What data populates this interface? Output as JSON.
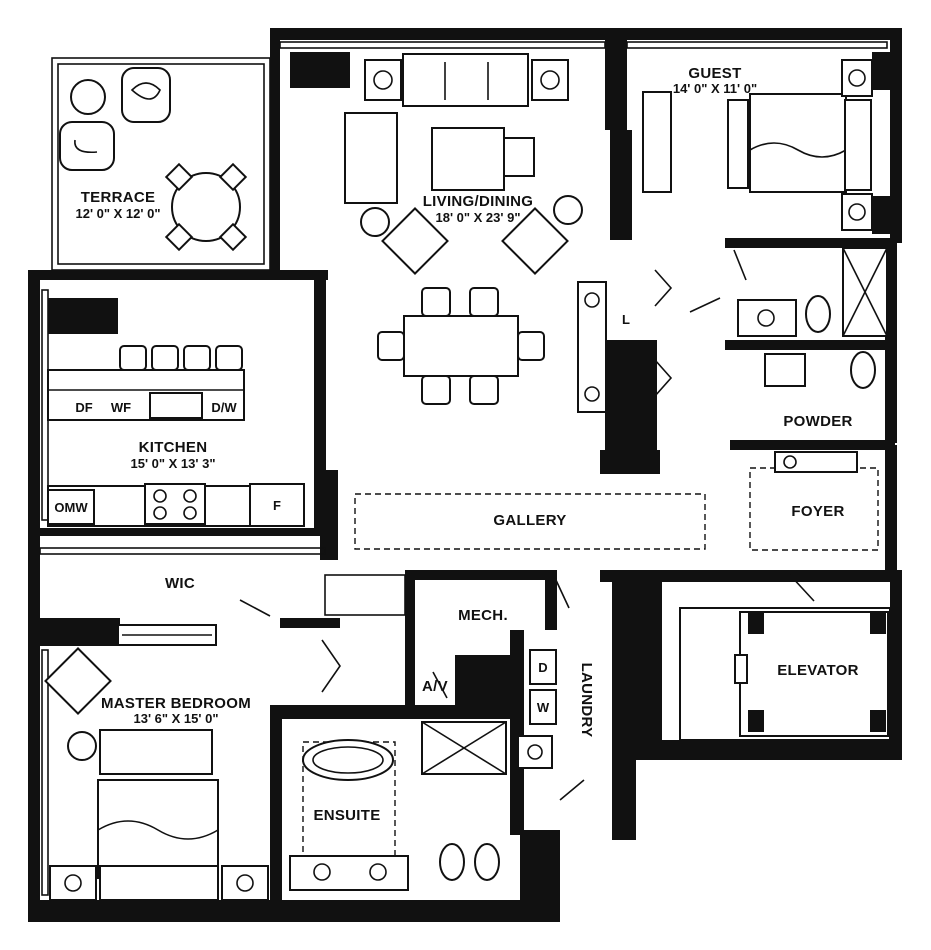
{
  "rooms": {
    "terrace": {
      "name": "TERRACE",
      "dims": "12' 0\" X 12' 0\""
    },
    "living_dining": {
      "name": "LIVING/DINING",
      "dims": "18' 0\" X 23' 9\""
    },
    "guest": {
      "name": "GUEST",
      "dims": "14' 0\" X 11' 0\""
    },
    "kitchen": {
      "name": "KITCHEN",
      "dims": "15' 0\" X 13' 3\""
    },
    "powder": {
      "name": "POWDER"
    },
    "foyer": {
      "name": "FOYER"
    },
    "gallery": {
      "name": "GALLERY"
    },
    "wic": {
      "name": "WIC"
    },
    "mech": {
      "name": "MECH."
    },
    "av": {
      "name": "A/V"
    },
    "laundry": {
      "name": "LAUNDRY"
    },
    "elevator": {
      "name": "ELEVATOR"
    },
    "master_bedroom": {
      "name": "MASTER BEDROOM",
      "dims": "13' 6\" X 15' 0\""
    },
    "ensuite": {
      "name": "ENSUITE"
    }
  },
  "appliances": {
    "df": "DF",
    "wf": "WF",
    "dw": "D/W",
    "omw": "OMW",
    "fridge": "F",
    "linen": "L",
    "dryer": "D",
    "washer": "W"
  }
}
